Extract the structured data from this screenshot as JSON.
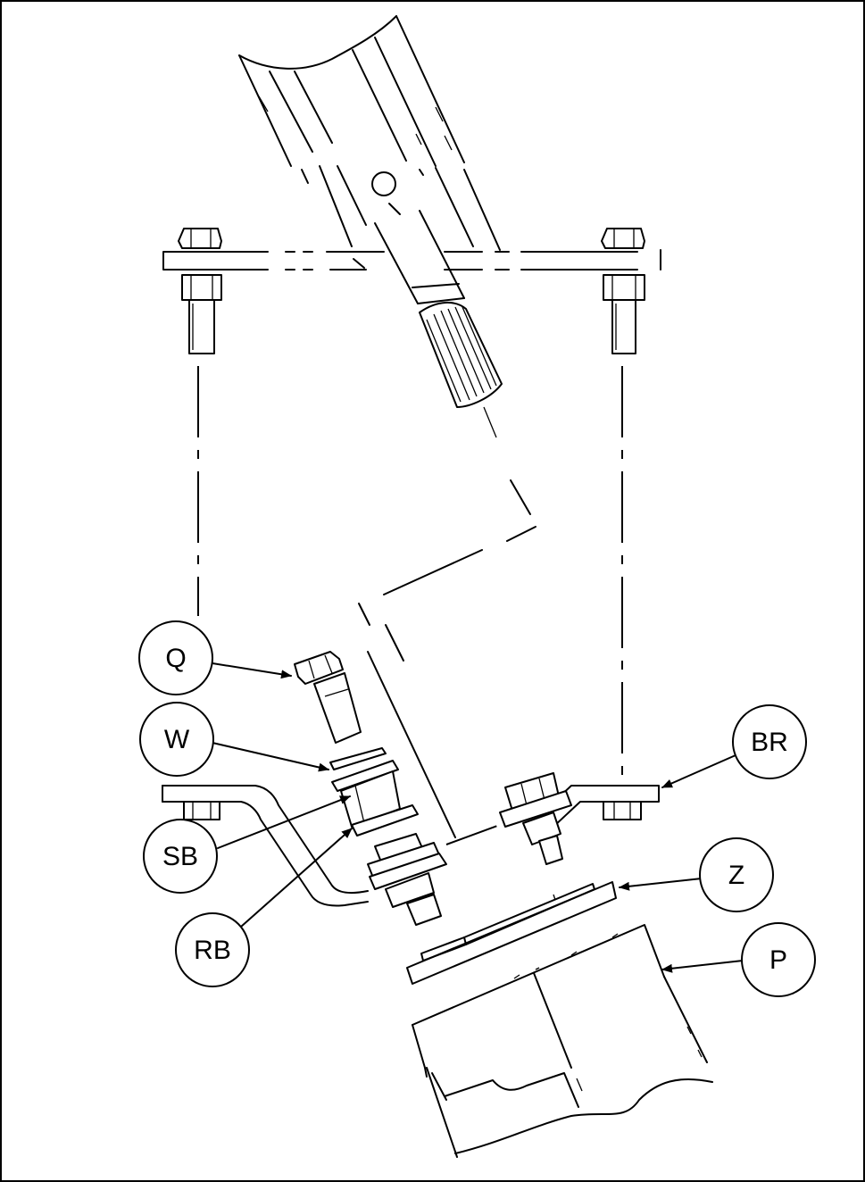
{
  "callouts": [
    {
      "id": "Q",
      "label": "Q"
    },
    {
      "id": "W",
      "label": "W"
    },
    {
      "id": "SB",
      "label": "SB"
    },
    {
      "id": "RB",
      "label": "RB"
    },
    {
      "id": "BR",
      "label": "BR"
    },
    {
      "id": "Z",
      "label": "Z"
    },
    {
      "id": "P",
      "label": "P"
    }
  ]
}
